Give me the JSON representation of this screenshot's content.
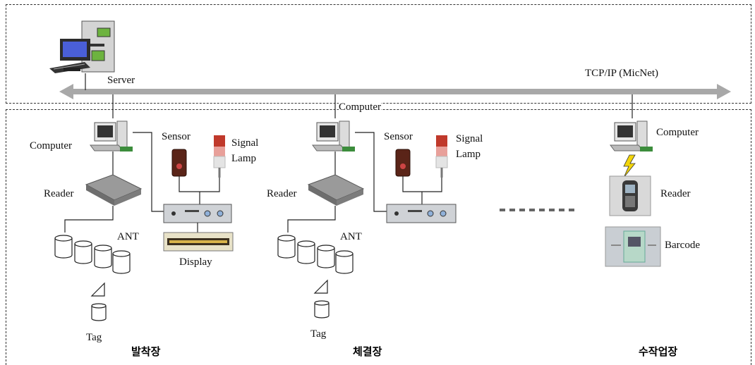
{
  "network": {
    "server_label": "Server",
    "protocol_label": "TCP/IP (MicNet)"
  },
  "station1": {
    "zone_label": "발착장",
    "computer_label": "Computer",
    "reader_label": "Reader",
    "antenna_label": "ANT",
    "tag_label": "Tag",
    "sensor_label": "Sensor",
    "signal_lamp_label_line1": "Signal",
    "signal_lamp_label_line2": "Lamp",
    "display_label": "Display"
  },
  "station2": {
    "zone_label": "체결장",
    "computer_label": "Computer",
    "reader_label": "Reader",
    "antenna_label": "ANT",
    "tag_label": "Tag",
    "sensor_label": "Sensor",
    "signal_lamp_label_line1": "Signal",
    "signal_lamp_label_line2": "Lamp"
  },
  "station3": {
    "zone_label": "수작업장",
    "computer_label": "Computer",
    "reader_label": "Reader",
    "barcode_label": "Barcode"
  },
  "colors": {
    "bus": "#a8a8a8",
    "device_body": "#cfd2d6",
    "reader_body": "#8c8c8c",
    "sensor_body": "#5a2418",
    "lamp_top": "#c0392b",
    "barcode_panel": "#b7d8c8"
  }
}
